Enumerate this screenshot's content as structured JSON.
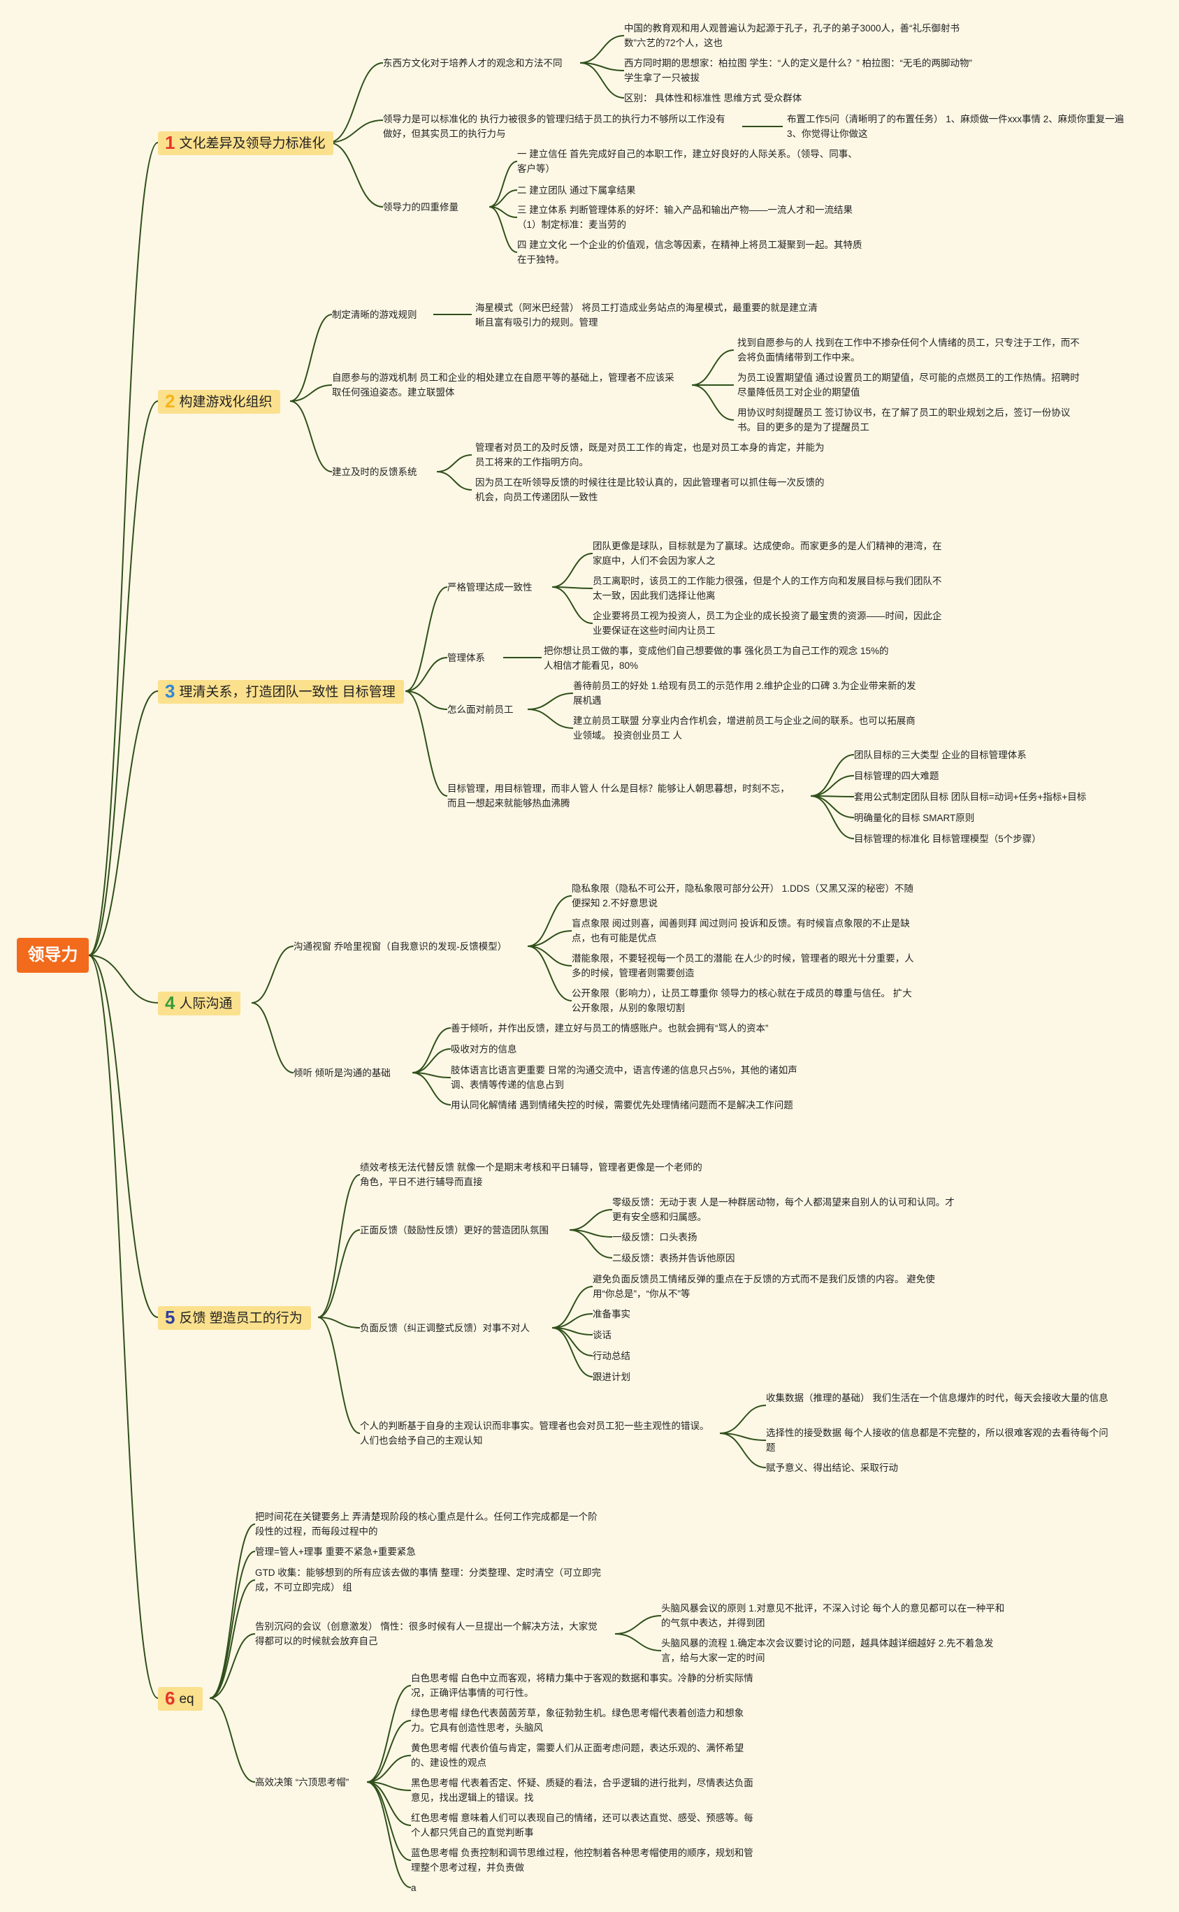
{
  "root": "领导力",
  "colors": {
    "background": "#fdf8e6",
    "root_fill": "#f26a1b",
    "branch_fill": "#fbe08d",
    "line": "#2f4f1a",
    "n1": "#e8332b",
    "n2": "#f6b41a",
    "n3": "#2f87d8",
    "n4": "#3a9b3a",
    "n5": "#2d3fa0",
    "n6": "#e8332b"
  },
  "branches": [
    {
      "num": "1",
      "label": "文化差异及领导力标准化"
    },
    {
      "num": "2",
      "label": "构建游戏化组织"
    },
    {
      "num": "3",
      "label": "理清关系，打造团队一致性 目标管理"
    },
    {
      "num": "4",
      "label": "人际沟通"
    },
    {
      "num": "5",
      "label": "反馈 塑造员工的行为"
    },
    {
      "num": "6",
      "label": "eq"
    }
  ],
  "b1": {
    "c1": "东西方文化对于培养人才的观念和方法不同",
    "c1a": "中国的教育观和用人观普遍认为起源于孔子，孔子的弟子3000人，善“礼乐御射书数”六艺的72个人，这也",
    "c1b": "西方同时期的思想家：柏拉图 学生：“人的定义是什么？” 柏拉图：“无毛的两脚动物” 学生拿了一只被拔",
    "c1c": "区别： 具体性和标准性 思维方式 受众群体",
    "c2": "领导力是可以标准化的 执行力被很多的管理归结于员工的执行力不够所以工作没有做好，但其实员工的执行力与",
    "c2a": "布置工作5问（清晰明了的布置任务） 1、麻烦做一件xxx事情 2、麻烦你重复一遍 3、你觉得让你做这",
    "c3": "领导力的四重修量",
    "c3a": "一 建立信任 首先完成好自己的本职工作，建立好良好的人际关系。（领导、同事、客户等）",
    "c3b": "二 建立团队 通过下属拿结果",
    "c3c": "三 建立体系 判断管理体系的好坏：输入产品和输出产物——一流人才和一流结果 （1）制定标准：麦当劳的",
    "c3d": "四 建立文化 一个企业的价值观，信念等因素，在精神上将员工凝聚到一起。其特质在于独特。"
  },
  "b2": {
    "c1": "制定清晰的游戏规则",
    "c1a": "海星模式（阿米巴经营） 将员工打造成业务站点的海星模式，最重要的就是建立清晰且富有吸引力的规则。管理",
    "c2": "自愿参与的游戏机制 员工和企业的相处建立在自愿平等的基础上，管理者不应该采取任何强迫姿态。建立联盟体",
    "c2a": "找到自愿参与的人 找到在工作中不掺杂任何个人情绪的员工，只专注于工作，而不会将负面情绪带到工作中来。",
    "c2b": "为员工设置期望值 通过设置员工的期望值，尽可能的点燃员工的工作热情。招聘时尽量降低员工对企业的期望值",
    "c2c": "用协议时刻提醒员工 签订协议书，在了解了员工的职业规划之后，签订一份协议书。目的更多的是为了提醒员工",
    "c3": "建立及时的反馈系统",
    "c3a": "管理者对员工的及时反馈，既是对员工工作的肯定，也是对员工本身的肯定，并能为员工将来的工作指明方向。",
    "c3b": "因为员工在听领导反馈的时候往往是比较认真的，因此管理者可以抓住每一次反馈的机会，向员工传递团队一致性"
  },
  "b3": {
    "c1": "严格管理达成一致性",
    "c1a": "团队更像是球队，目标就是为了赢球。达成使命。而家更多的是人们精神的港湾，在家庭中，人们不会因为家人之",
    "c1b": "员工离职时，该员工的工作能力很强，但是个人的工作方向和发展目标与我们团队不太一致，因此我们选择让他离",
    "c1c": "企业要将员工视为投资人，员工为企业的成长投资了最宝贵的资源——时间，因此企业要保证在这些时间内让员工",
    "c2": "管理体系",
    "c2a": "把你想让员工做的事，变成他们自己想要做的事 强化员工为自己工作的观念 15%的人相信才能看见，80%",
    "c3": "怎么面对前员工",
    "c3a": "善待前员工的好处 1.给现有员工的示范作用 2.维护企业的口碑 3.为企业带来新的发展机遇",
    "c3b": "建立前员工联盟 分享业内合作机会，增进前员工与企业之间的联系。也可以拓展商业领域。 投资创业员工 人",
    "c4": "目标管理，用目标管理，而非人管人 什么是目标？能够让人朝思暮想，时刻不忘，而且一想起来就能够热血沸腾",
    "c4a": "团队目标的三大类型 企业的目标管理体系",
    "c4b": "目标管理的四大难题",
    "c4c": "套用公式制定团队目标 团队目标=动词+任务+指标+目标",
    "c4d": "明确量化的目标 SMART原则",
    "c4e": "目标管理的标准化 目标管理模型（5个步骤）"
  },
  "b4": {
    "c1": "沟通视窗 乔哈里视窗（自我意识的发现-反馈模型）",
    "c1a": "隐私象限（隐私不可公开，隐私象限可部分公开） 1.DDS（又黑又深的秘密）不随便探知 2.不好意思说",
    "c1b": "盲点象限 阅过则喜，闻善则拜 闻过则问 投诉和反馈。有时候盲点象限的不止是缺点，也有可能是优点",
    "c1c": "潜能象限，不要轻视每一个员工的潜能 在人少的时候，管理者的眼光十分重要，人多的时候，管理者则需要创造",
    "c1d": "公开象限（影响力），让员工尊重你 领导力的核心就在于成员的尊重与信任。 扩大公开象限，从别的象限切割",
    "c2": "倾听 倾听是沟通的基础",
    "c2a": "善于倾听，并作出反馈，建立好与员工的情感账户。也就会拥有“骂人的资本”",
    "c2b": "吸收对方的信息",
    "c2c": "肢体语言比语言更重要 日常的沟通交流中，语言传递的信息只占5%，其他的诸如声调、表情等传递的信息占到",
    "c2d": "用认同化解情绪 遇到情绪失控的时候，需要优先处理情绪问题而不是解决工作问题"
  },
  "b5": {
    "c1": "绩效考核无法代替反馈 就像一个是期末考核和平日辅导，管理者更像是一个老师的角色，平日不进行辅导而直接",
    "c2": "正面反馈（鼓励性反馈）更好的营造团队氛围",
    "c2a": "零级反馈：无动于衷 人是一种群居动物，每个人都渴望来自别人的认可和认同。才更有安全感和归属感。",
    "c2b": "一级反馈：口头表扬",
    "c2c": "二级反馈：表扬并告诉他原因",
    "c3": "负面反馈（纠正调整式反馈）对事不对人",
    "c3a": "避免负面反馈员工情绪反弹的重点在于反馈的方式而不是我们反馈的内容。 避免使用“你总是”，“你从不”等",
    "c3b": "准备事实",
    "c3c": "谈话",
    "c3d": "行动总结",
    "c3e": "跟进计划",
    "c4": "个人的判断基于自身的主观认识而非事实。管理者也会对员工犯一些主观性的错误。人们也会给予自己的主观认知",
    "c4a": "收集数据（推理的基础） 我们生活在一个信息爆炸的时代，每天会接收大量的信息",
    "c4b": "选择性的接受数据 每个人接收的信息都是不完整的，所以很难客观的去看待每个问题",
    "c4c": "赋予意义、得出结论、采取行动"
  },
  "b6": {
    "c1": "把时间花在关键要务上 弄清楚现阶段的核心重点是什么。任何工作完成都是一个阶段性的过程，而每段过程中的",
    "c2": "管理=管人+理事 重要不紧急+重要紧急",
    "c3": "GTD 收集：能够想到的所有应该去做的事情 整理：分类整理、定时清空（可立即完成，不可立即完成） 组",
    "c4": "告别沉闷的会议（创意激发） 惰性：很多时候有人一旦提出一个解决方法，大家觉得都可以的时候就会放弃自己",
    "c4a": "头脑风暴会议的原则 1.对意见不批评，不深入讨论 每个人的意见都可以在一种平和的气氛中表达，并得到团",
    "c4b": "头脑风暴的流程 1.确定本次会议要讨论的问题，越具体越详细越好 2.先不着急发言，给与大家一定的时间",
    "c5": "高效决策 “六顶思考帽”",
    "c5a": "白色思考帽 白色中立而客观，将精力集中于客观的数据和事实。冷静的分析实际情况，正确评估事情的可行性。",
    "c5b": "绿色思考帽 绿色代表茵茵芳草，象征勃勃生机。绿色思考帽代表着创造力和想象力。它具有创造性思考，头脑风",
    "c5c": "黄色思考帽 代表价值与肯定，需要人们从正面考虑问题，表达乐观的、满怀希望的、建设性的观点",
    "c5d": "黑色思考帽 代表着否定、怀疑、质疑的看法，合乎逻辑的进行批判，尽情表达负面意见，找出逻辑上的错误。找",
    "c5e": "红色思考帽 意味着人们可以表现自己的情绪，还可以表达直觉、感受、预感等。每个人都只凭自己的直觉判断事",
    "c5f": "蓝色思考帽 负责控制和调节思维过程，他控制着各种思考帽使用的顺序，规划和管理整个思考过程，并负责做",
    "c5g": "a"
  }
}
